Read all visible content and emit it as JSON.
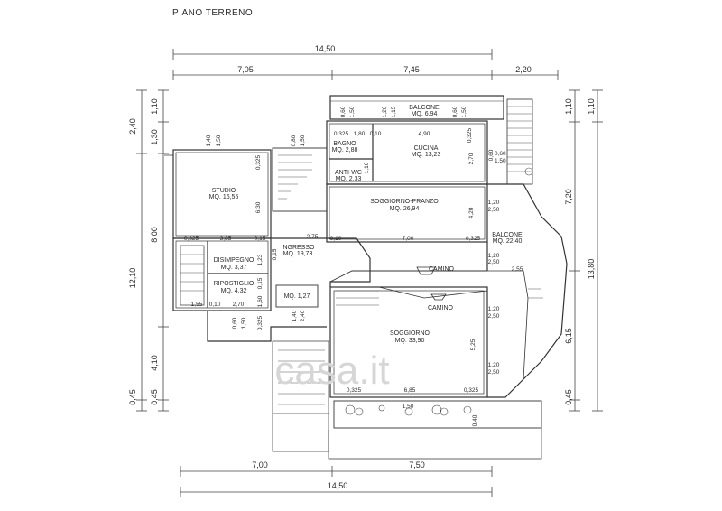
{
  "title": "PIANO TERRENO",
  "dims_top": {
    "total": "14,50",
    "left": "7,05",
    "mid": "7,45",
    "right": "2,20"
  },
  "dims_bottom": {
    "left": "7,00",
    "right": "7,50",
    "total": "14,50"
  },
  "dims_left": {
    "a": "2,40",
    "b": "1,10",
    "c": "1,30",
    "d": "8,00",
    "e": "12,10",
    "f": "4,10",
    "g": "0,45",
    "h": "0,45"
  },
  "dims_right": {
    "a": "1,10",
    "b": "1,10",
    "c": "7,20",
    "d": "13,80",
    "e": "6,15",
    "f": "0,45"
  },
  "rooms": {
    "balcone_top": {
      "name": "BALCONE",
      "area": "MQ. 6,94"
    },
    "bagno": {
      "name": "BAGNO",
      "area": "MQ. 2,88"
    },
    "cucina": {
      "name": "CUCINA",
      "area": "MQ. 13,23"
    },
    "antiwc": {
      "name": "ANTI-WC",
      "area": "MQ. 2,33"
    },
    "studio": {
      "name": "STUDIO",
      "area": "MQ. 16,55"
    },
    "soggiorno_pranzo": {
      "name": "SOGGIORNO-PRANZO",
      "area": "MQ. 26,94"
    },
    "balcone_right": {
      "name": "BALCONE",
      "area": "MQ. 22,40"
    },
    "ingresso": {
      "name": "INGRESSO",
      "area": "MQ. 19,73"
    },
    "disimpegno": {
      "name": "DISIMPEGNO",
      "area": "MQ. 3,37"
    },
    "ripostiglio": {
      "name": "RIPOSTIGLIO",
      "area": "MQ. 4,32"
    },
    "wc": {
      "name": "",
      "area": "MQ. 1,27"
    },
    "soggiorno": {
      "name": "SOGGIORNO",
      "area": "MQ. 33,90"
    },
    "camino_top": "CAMINO",
    "camino_bottom": "CAMINO"
  },
  "inner_dims": {
    "d0_60": "0,60",
    "d1_50a": "1,50",
    "d1_20": "1,20",
    "d1_15": "1,15",
    "d0_60b": "0,60",
    "d1_50b": "1,50",
    "d0_325a": "0,325",
    "d1_80": "1,80",
    "d0_10a": "0,10",
    "d4_90": "4,90",
    "d0_325b": "0,325",
    "d1_40": "1,40",
    "d1_50c": "1,50",
    "d0_80": "0,80",
    "d1_50d": "1,50",
    "d0_325c": "0,325",
    "d6_30": "6,30",
    "d2_70": "2,70",
    "d1_10": "1,10",
    "d0_60c": "0,60",
    "d1_50e": "1,50",
    "d2_75": "2,75",
    "d4_20": "4,20",
    "d1_20b": "1,20",
    "d2_50a": "2,50",
    "d0_325d": "0,325",
    "d3_85": "3,85",
    "d0_15a": "0,15",
    "d0_10b": "0,10",
    "d7_00": "7,00",
    "d0_325e": "0,325",
    "d1_20c": "1,20",
    "d2_50b": "2,50",
    "d2_55": "2,55",
    "d1_23": "1,23",
    "d0_15b": "0,15",
    "d0_10c": "0,10",
    "d2_70b": "2,70",
    "d1_60": "1,60",
    "d1_55": "1,55",
    "d1_40b": "1,40",
    "d2_40": "2,40",
    "d0_60d": "0,60",
    "d1_50f": "1,50",
    "d0_325f": "0,325",
    "d1_20d": "1,20",
    "d2_50c": "2,50",
    "d5_25": "5,25",
    "d1_20e": "1,20",
    "d2_50d": "2,50",
    "d0_325g": "0,325",
    "d6_85": "6,85",
    "d0_325h": "0,325",
    "d1_50g": "1,50",
    "d0_40": "0,40"
  },
  "watermark": "casa.it"
}
